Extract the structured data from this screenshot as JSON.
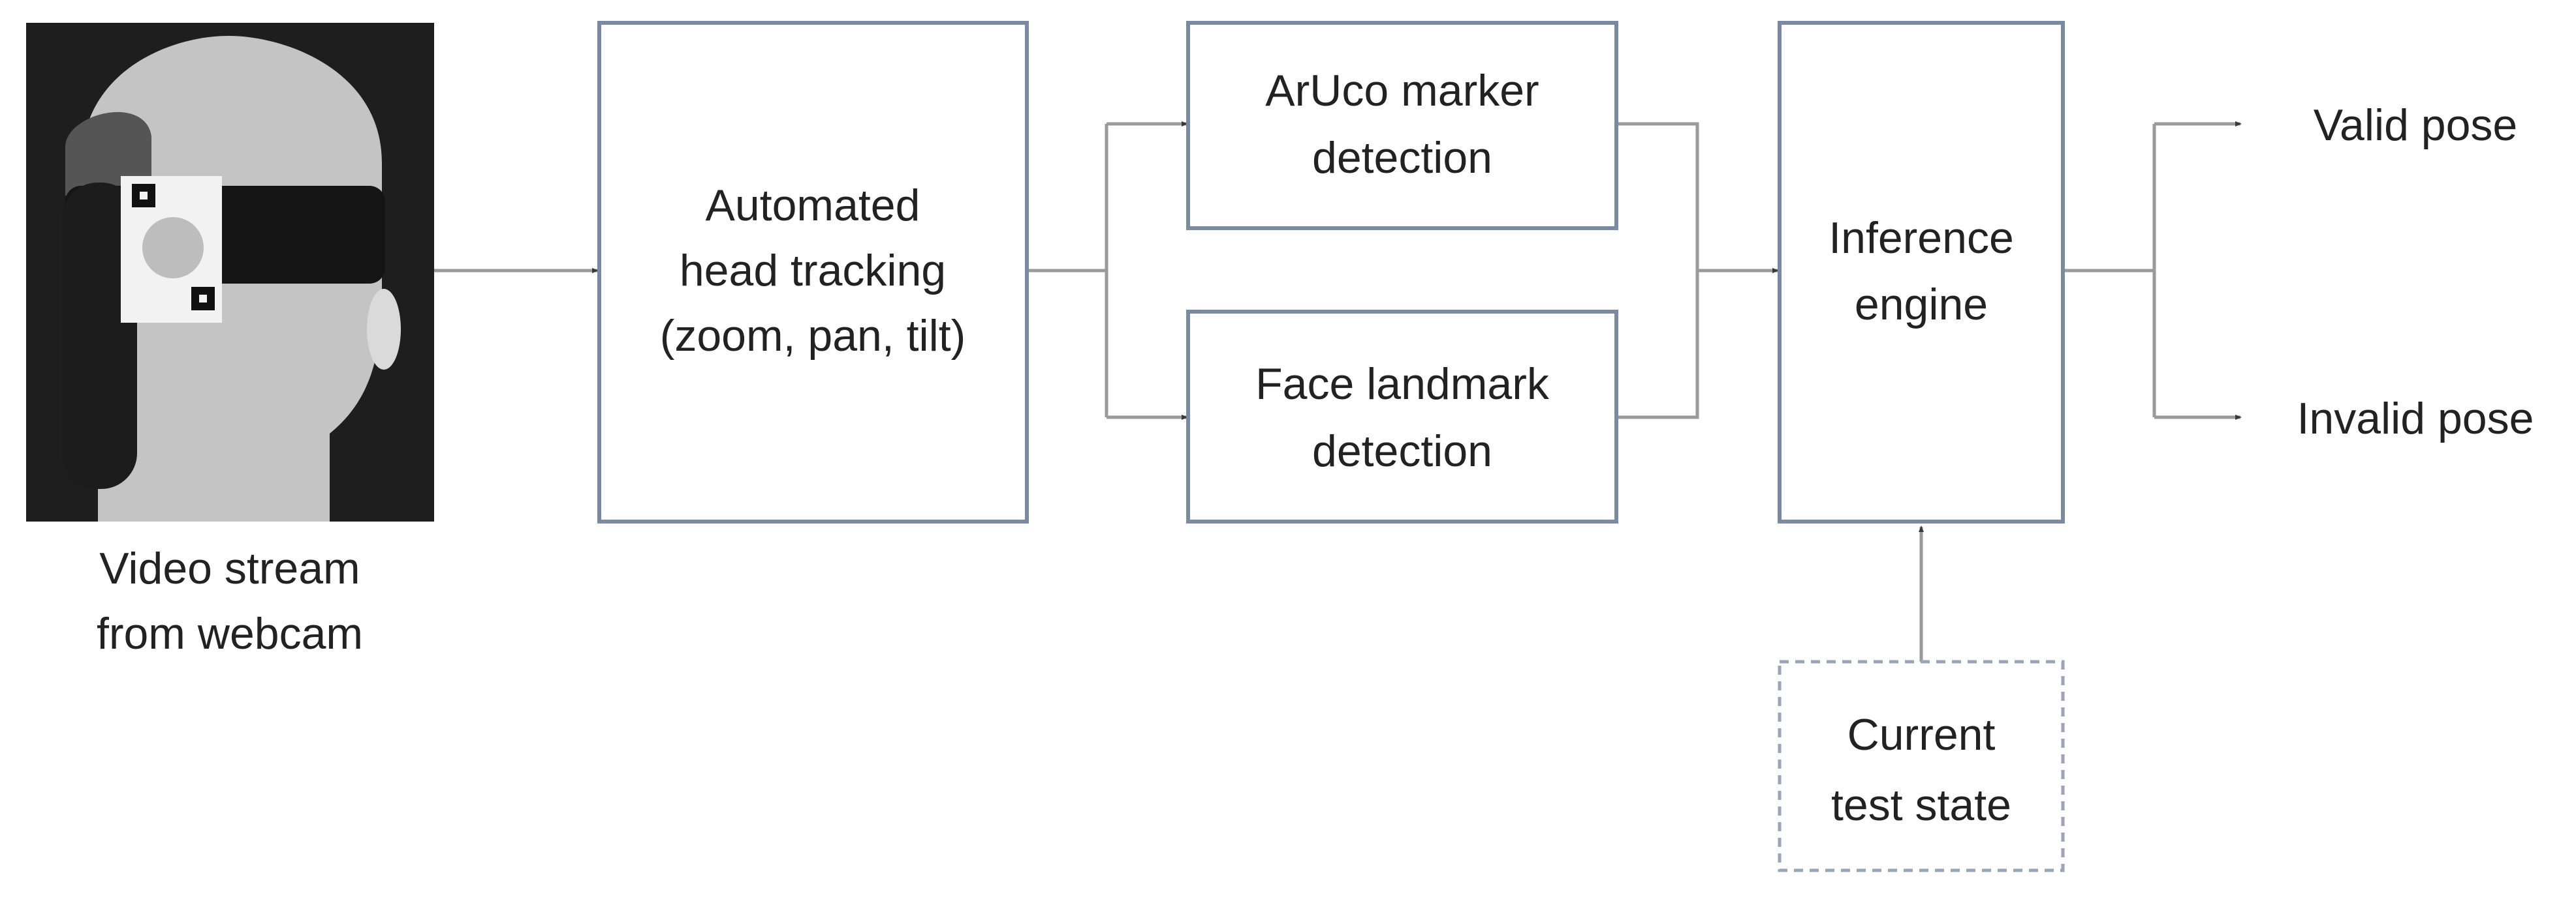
{
  "webcam": {
    "caption_line1": "Video stream",
    "caption_line2": "from webcam"
  },
  "nodes": {
    "head_tracking": {
      "line1": "Automated",
      "line2": "head tracking",
      "line3": "(zoom, pan, tilt)"
    },
    "aruco": {
      "line1": "ArUco marker",
      "line2": "detection"
    },
    "face_landmark": {
      "line1": "Face landmark",
      "line2": "detection"
    },
    "inference": {
      "line1": "Inference",
      "line2": "engine"
    },
    "test_state": {
      "line1": "Current",
      "line2": "test state"
    }
  },
  "outputs": {
    "valid": "Valid pose",
    "invalid": "Invalid pose"
  },
  "colors": {
    "box_border": "#7a8aa3",
    "wire": "#9a9a9a",
    "text": "#222222",
    "photo_bg": "#1e1e1e"
  }
}
